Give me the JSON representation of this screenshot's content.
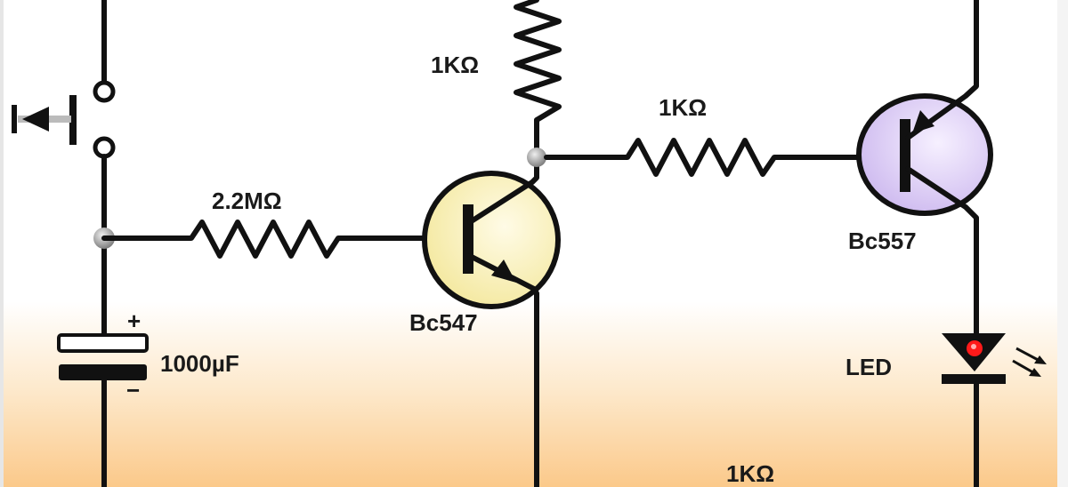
{
  "diagram": {
    "title": "Transistor LED delay timer circuit",
    "components": {
      "r_top": {
        "label": "1KΩ"
      },
      "r_mid": {
        "label": "1KΩ"
      },
      "r_bottom": {
        "label": "1KΩ"
      },
      "r_base": {
        "label": "2.2MΩ"
      },
      "capacitor": {
        "label": "1000µF",
        "plus": "+",
        "minus": "−"
      },
      "q1": {
        "label": "Bc547"
      },
      "q2": {
        "label": "Bc557"
      },
      "led": {
        "label": "LED"
      }
    },
    "colors": {
      "q1_fill": "#f7efb0",
      "q2_fill": "#d9cbf2",
      "led_glow": "#ff1a1a",
      "background_bottom": "#fbc98a"
    }
  }
}
